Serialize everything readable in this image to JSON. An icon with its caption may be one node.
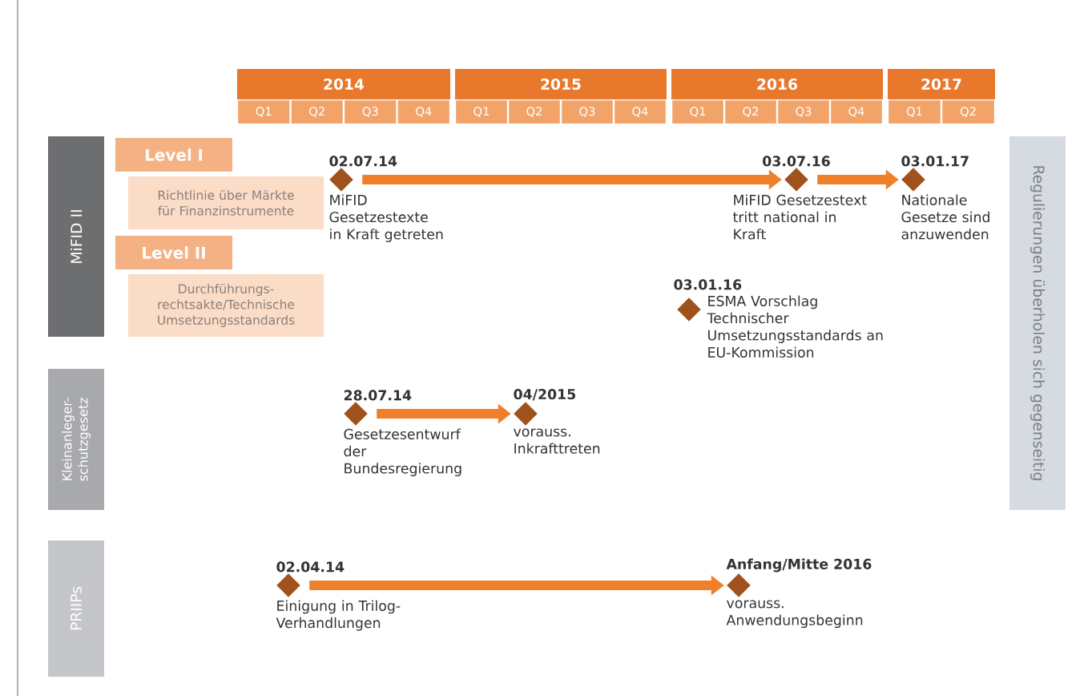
{
  "diagram": {
    "nodes": [
      {
        "text": [
          "2014"
        ]
      },
      {
        "text": [
          "2015"
        ]
      },
      {
        "text": [
          "2016"
        ]
      },
      {
        "text": [
          "2017"
        ]
      },
      {
        "text": [
          "Q1"
        ]
      },
      {
        "text": [
          "Q2"
        ]
      },
      {
        "text": [
          "Q3"
        ]
      },
      {
        "text": [
          "Q4"
        ]
      },
      {
        "text": [
          "Q1"
        ]
      },
      {
        "text": [
          "Q2"
        ]
      },
      {
        "text": [
          "Q3"
        ]
      },
      {
        "text": [
          "Q4"
        ]
      },
      {
        "text": [
          "Q1"
        ]
      },
      {
        "text": [
          "Q2"
        ]
      },
      {
        "text": [
          "Q3"
        ]
      },
      {
        "text": [
          "Q4"
        ]
      },
      {
        "text": [
          "Q1"
        ]
      },
      {
        "text": [
          "Q2"
        ]
      },
      {
        "text": [
          "MiFID II"
        ]
      },
      {
        "text": [
          "Level I"
        ]
      },
      {
        "text": [
          "Richtlinie über Märkte für Finanzinstrumente"
        ]
      },
      {
        "text": [
          "Level II"
        ]
      },
      {
        "text": [
          "Durchführungs-rechtsakte/Technische Umsetzungsstandards"
        ]
      },
      {
        "text": [],
        "shape": "diamond",
        "beside": [
          "02.07.14",
          "MiFID Gesetzestexte in Kraft getreten"
        ]
      },
      {
        "text": [],
        "shape": "diamond",
        "beside": [
          "03.07.16",
          "MiFID Gesetzestext tritt national in Kraft"
        ]
      },
      {
        "text": [],
        "shape": "diamond",
        "beside": [
          "03.01.17",
          "Nationale Gesetze sind anzuwenden"
        ]
      },
      {
        "text": [
          "Regulierungen überholen sich gegenseitig"
        ]
      },
      {
        "text": [],
        "shape": "diamond",
        "beside": [
          "03.01.16",
          "ESMA Vorschlag Technischer Umsetzungsstandards an EU-Kommission"
        ]
      },
      {
        "text": [
          "Kleinanleger-schutzgesetz"
        ]
      },
      {
        "text": [],
        "shape": "diamond",
        "beside": [
          "28.07.14",
          "Gesetzesentwurf der Bundesregierung"
        ]
      },
      {
        "text": [],
        "shape": "diamond",
        "beside": [
          "04/2015",
          "vorauss. Inkrafttreten"
        ]
      },
      {
        "text": [
          "PRIIPs"
        ]
      },
      {
        "text": [],
        "shape": "diamond",
        "beside": [
          "02.04.14",
          "Einigung in Trilog-Verhandlungen"
        ]
      },
      {
        "text": [],
        "shape": "diamond",
        "beside": [
          "Anfang/Mitte 2016",
          "vorauss. Anwendungsbeginn"
        ]
      }
    ],
    "edges": [
      {
        "from": 23,
        "to": 24,
        "arrow": "to"
      },
      {
        "from": 24,
        "to": 25,
        "arrow": "to"
      },
      {
        "from": 29,
        "to": 30,
        "arrow": "to"
      },
      {
        "from": 32,
        "to": 33,
        "arrow": "to"
      }
    ]
  }
}
